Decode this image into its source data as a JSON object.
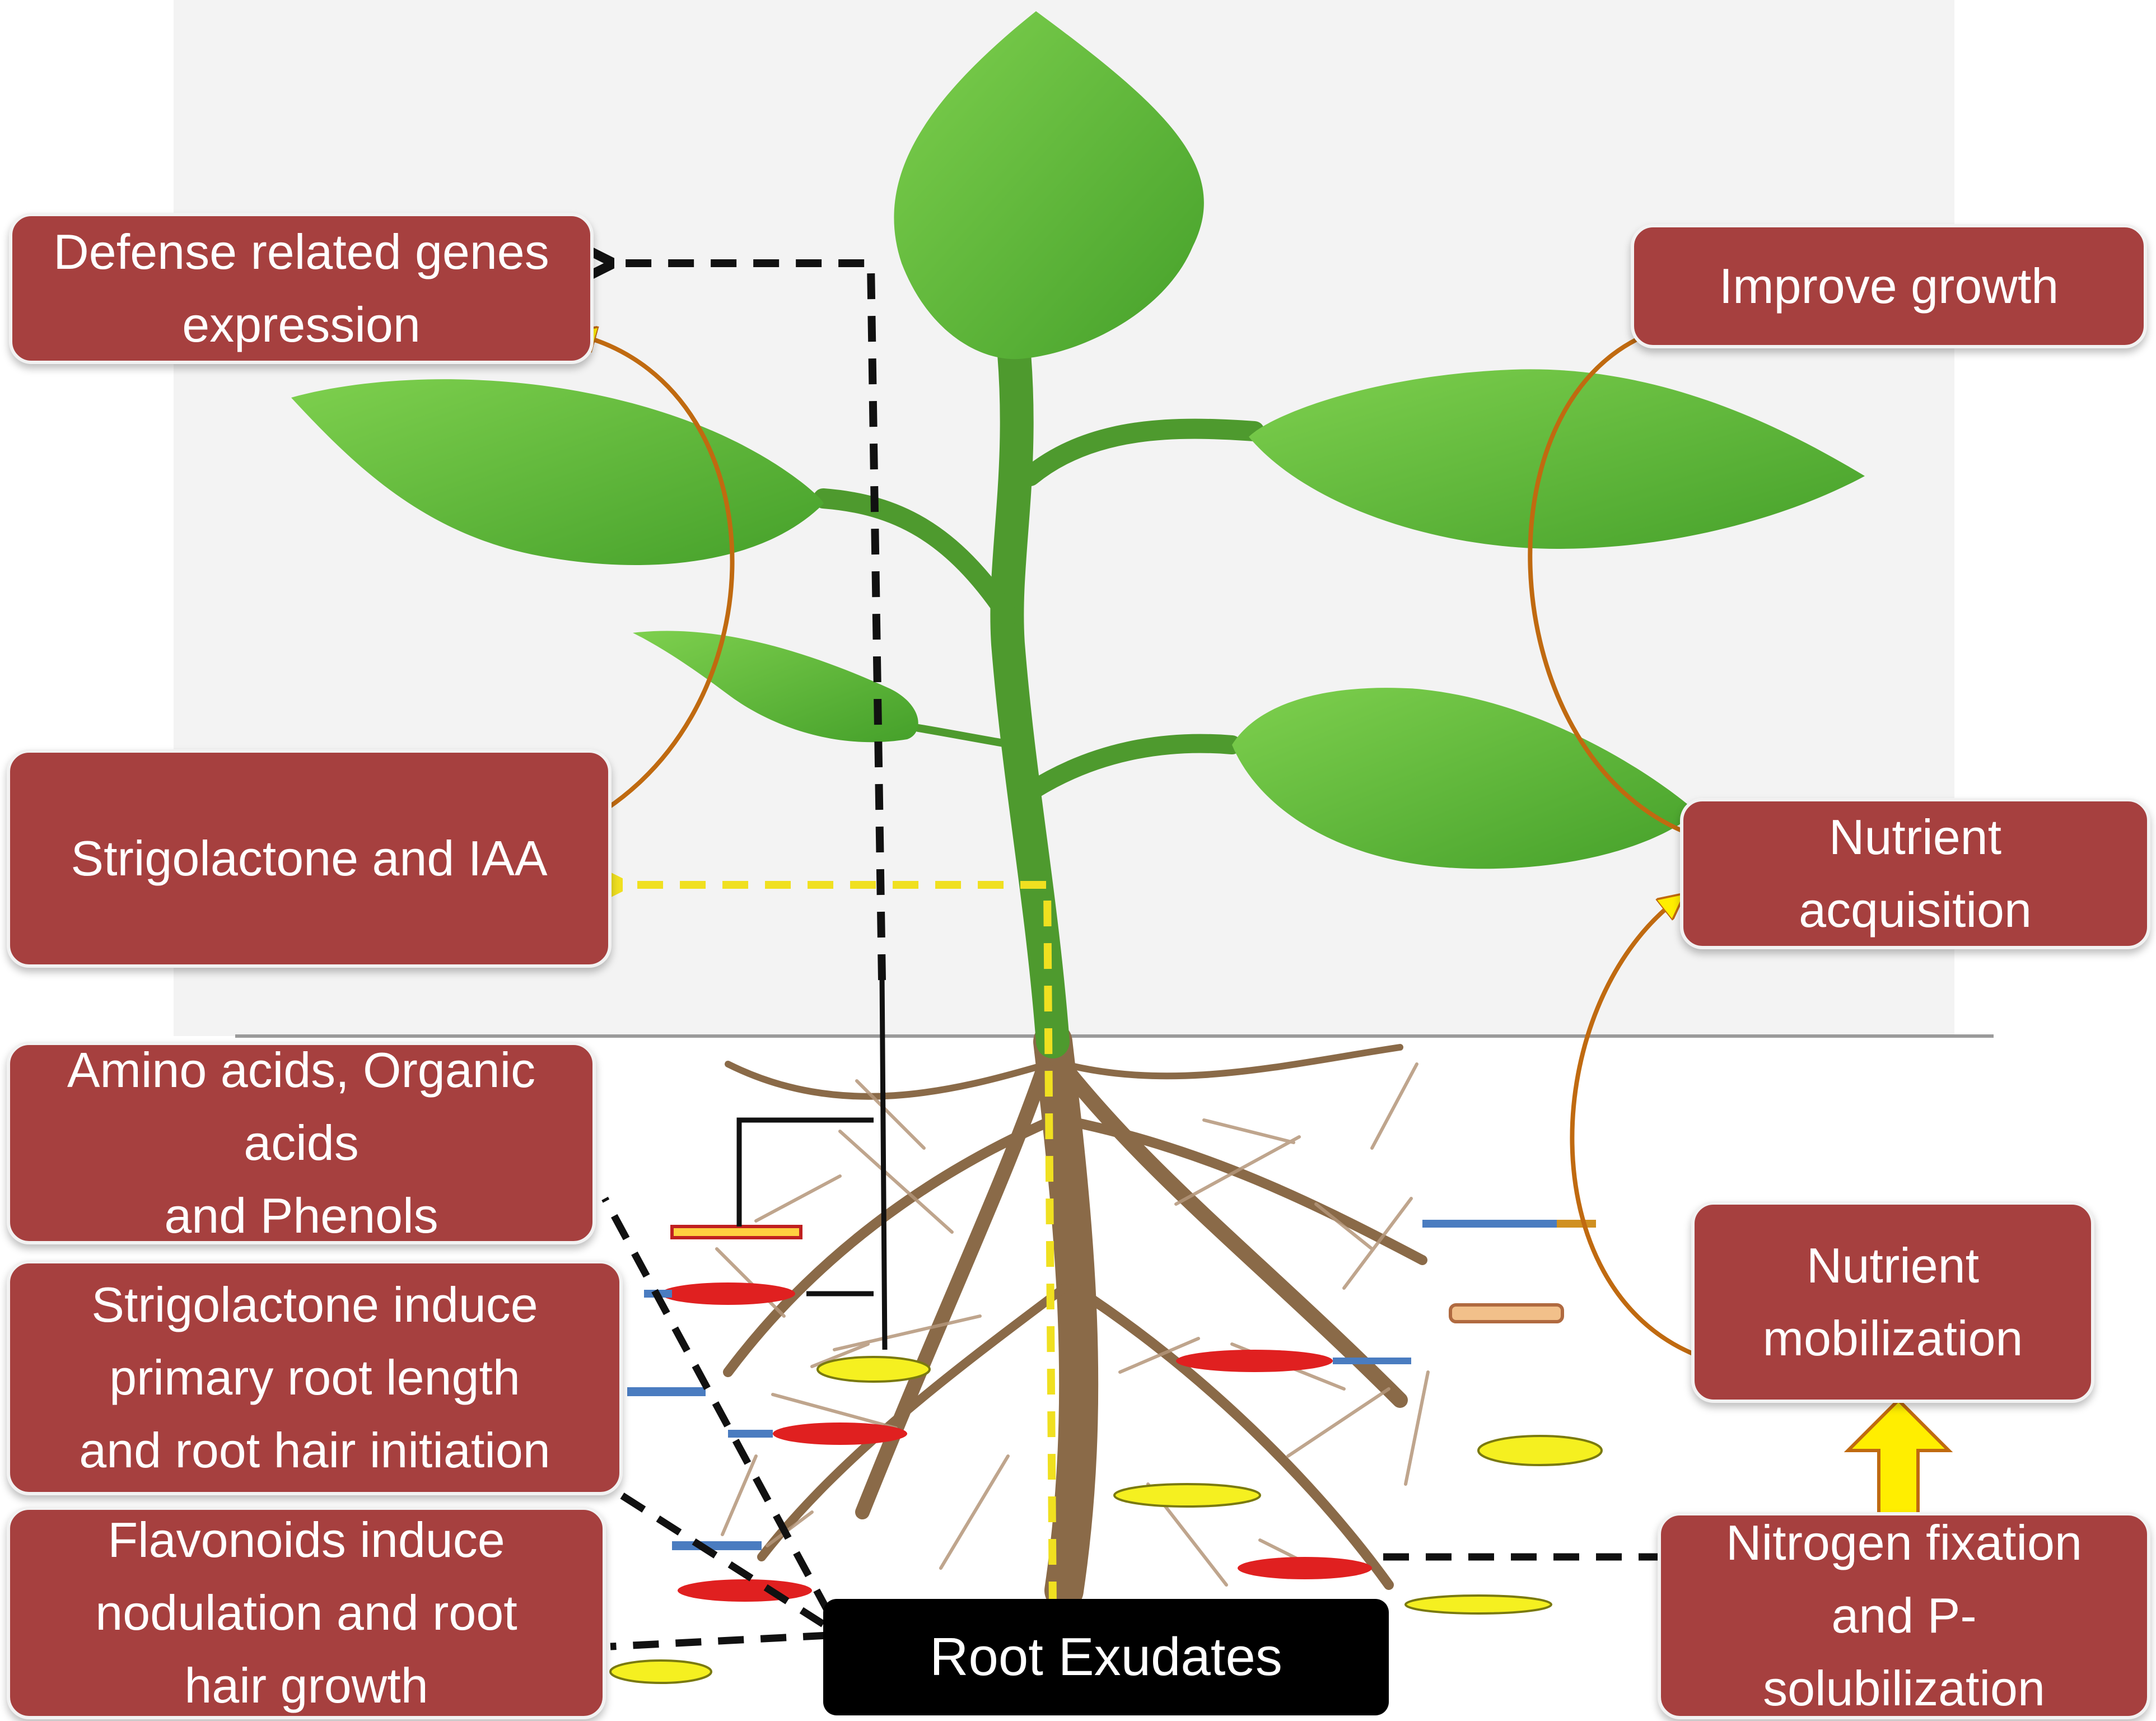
{
  "labels": {
    "defense": "Defense related genes\nexpression",
    "improve_growth": "Improve growth",
    "strigolactone_iaa": "Strigolactone and IAA",
    "nutrient_acquisition": "Nutrient\nacquisition",
    "amino_acids": "Amino acids, Organic\nacids\nand Phenols",
    "strigolactone_root": "Strigolactone induce\nprimary root length\nand root hair initiation",
    "nutrient_mobilization": "Nutrient\nmobilization",
    "flavonoids": "Flavonoids induce\nnodulation and root\nhair growth",
    "nitrogen_fixation": "Nitrogen fixation\nand P-\nsolubilization",
    "root_exudates": "Root Exudates"
  },
  "colors": {
    "box_fill": "#a6403f",
    "leaf": "#5cb83a",
    "stem": "#4e9a2e",
    "root": "#8a6a48",
    "arrow_yellow": "#ffee00",
    "arrow_orange": "#c06a10",
    "microbe_red": "#e02020",
    "microbe_blue": "#4a7cc0",
    "microbe_yellow": "#f5f020"
  },
  "icons": [
    "plant-illustration",
    "root-system",
    "microbe-cells"
  ]
}
